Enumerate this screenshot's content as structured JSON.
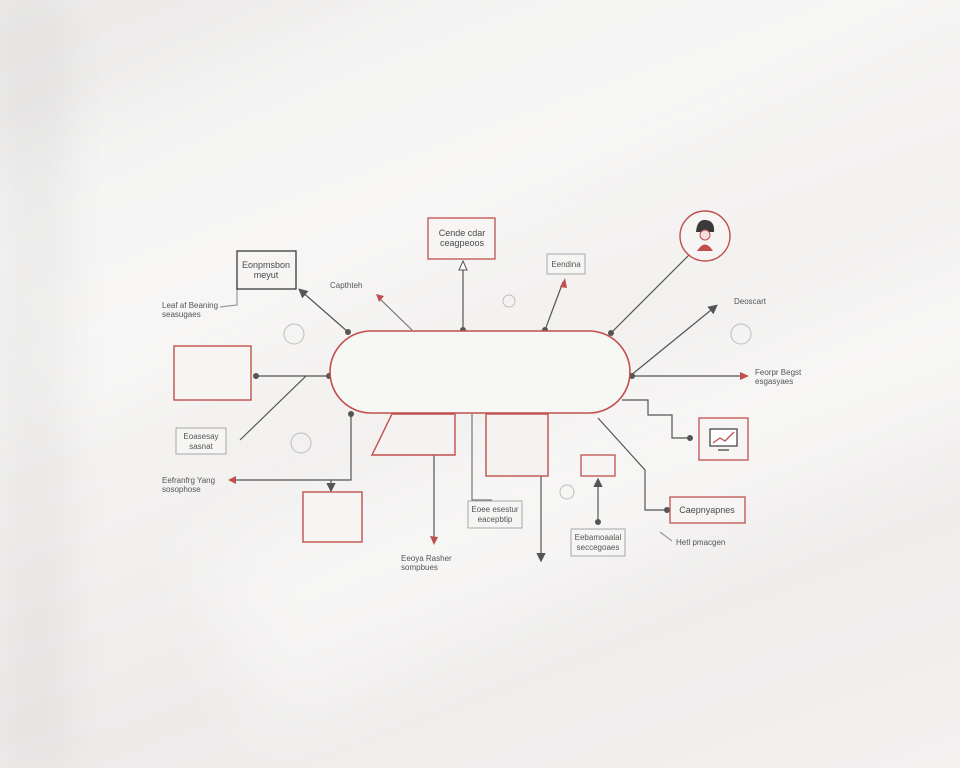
{
  "colors": {
    "accent": "#c0504d",
    "line": "#555555",
    "box_dark": "#3a3a3a",
    "box_light": "#b5b5b5",
    "circle": "#bdbdbd"
  },
  "labels": {
    "top_center_box": [
      "Cende cdar",
      "ceagpeoos"
    ],
    "top_left_box": [
      "Eonpmsbon",
      "meyut"
    ],
    "left_note": [
      "Leaf af Beaning",
      "seasugaes"
    ],
    "capture_label": "Capthteh",
    "small_top_box": "Eendina",
    "right_top_label": "Deoscart",
    "right_mid_label": [
      "Feorpr Begst",
      "esgasyaes"
    ],
    "left_mid_box": [
      "Eoasesay",
      "sasnat"
    ],
    "left_lower_label": [
      "Eefranfrg Yang",
      "sosophose"
    ],
    "bottom_center_left_label": [
      "Eeoya Rasher",
      "sompbues"
    ],
    "center_bottom_box": [
      "Eoee esestur",
      "eacepbtip"
    ],
    "right_bottom_box": [
      "Eebamoaalal",
      "seccegoaes"
    ],
    "caption_box": "Caepnyapnes",
    "bottom_right_label": "Hetl pmacgen"
  },
  "icons": {
    "avatar": "user-avatar-icon",
    "monitor": "chart-monitor-icon"
  }
}
